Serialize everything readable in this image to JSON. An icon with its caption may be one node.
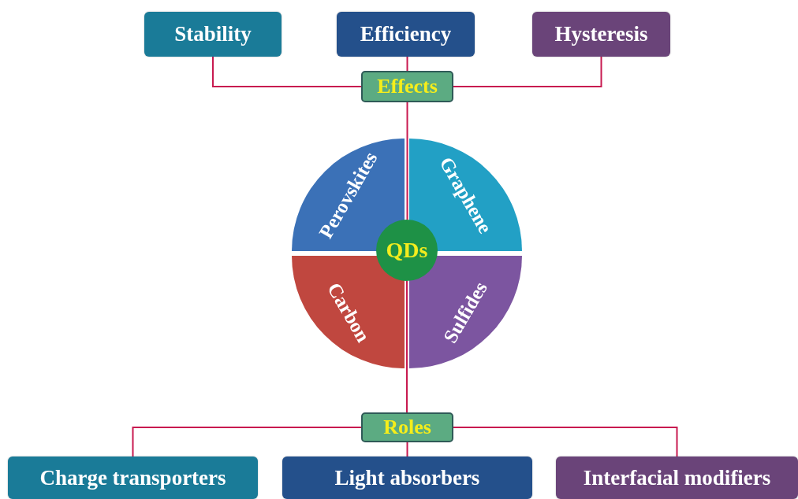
{
  "diagram": {
    "nodes": [
      {
        "text": [
          "Stability"
        ]
      },
      {
        "text": [
          "Efficiency"
        ]
      },
      {
        "text": [
          "Hysteresis"
        ]
      },
      {
        "text": [
          "Effects"
        ]
      },
      {
        "text": [
          "Perovskites"
        ]
      },
      {
        "text": [
          "Graphene"
        ]
      },
      {
        "text": [
          "Carbon"
        ]
      },
      {
        "text": [
          "Sulfides"
        ]
      },
      {
        "text": [
          "QDs"
        ]
      },
      {
        "text": [
          "Roles"
        ]
      },
      {
        "text": [
          "Charge transporters"
        ]
      },
      {
        "text": [
          "Light absorbers"
        ]
      },
      {
        "text": [
          "Interfacial modifiers"
        ]
      }
    ],
    "edges": [
      {
        "from": 3,
        "to": 0,
        "arrow": "none"
      },
      {
        "from": 3,
        "to": 1,
        "arrow": "none"
      },
      {
        "from": 3,
        "to": 2,
        "arrow": "none"
      },
      {
        "from": 3,
        "to": 8,
        "arrow": "none"
      },
      {
        "from": 8,
        "to": 9,
        "arrow": "none"
      },
      {
        "from": 9,
        "to": 10,
        "arrow": "none"
      },
      {
        "from": 9,
        "to": 11,
        "arrow": "none"
      },
      {
        "from": 9,
        "to": 12,
        "arrow": "none"
      }
    ]
  }
}
